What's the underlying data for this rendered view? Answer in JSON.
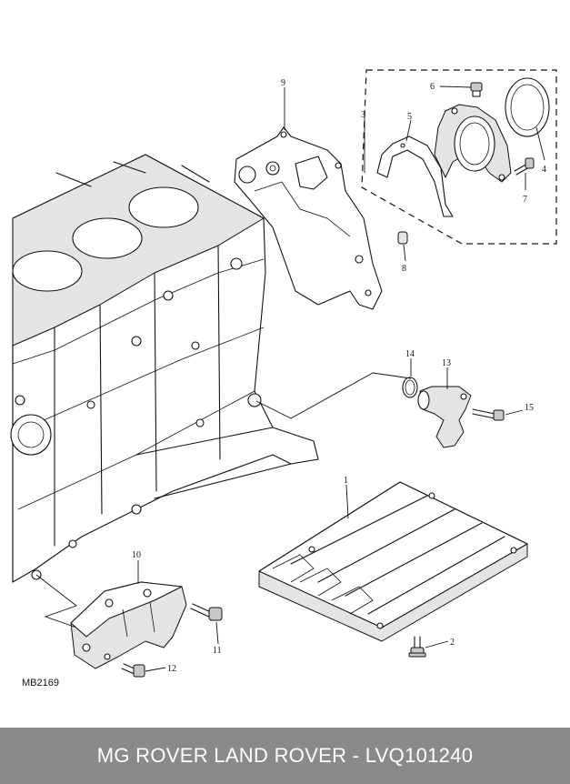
{
  "diagram": {
    "reference": "MB2169",
    "callouts": [
      "1",
      "2",
      "3",
      "4",
      "5",
      "6",
      "7",
      "8",
      "9",
      "10",
      "11",
      "12",
      "13",
      "14",
      "15"
    ]
  },
  "footer": {
    "caption": "MG ROVER LAND ROVER - LVQ101240",
    "background": "#8a8a8a",
    "text_color": "#ffffff"
  }
}
